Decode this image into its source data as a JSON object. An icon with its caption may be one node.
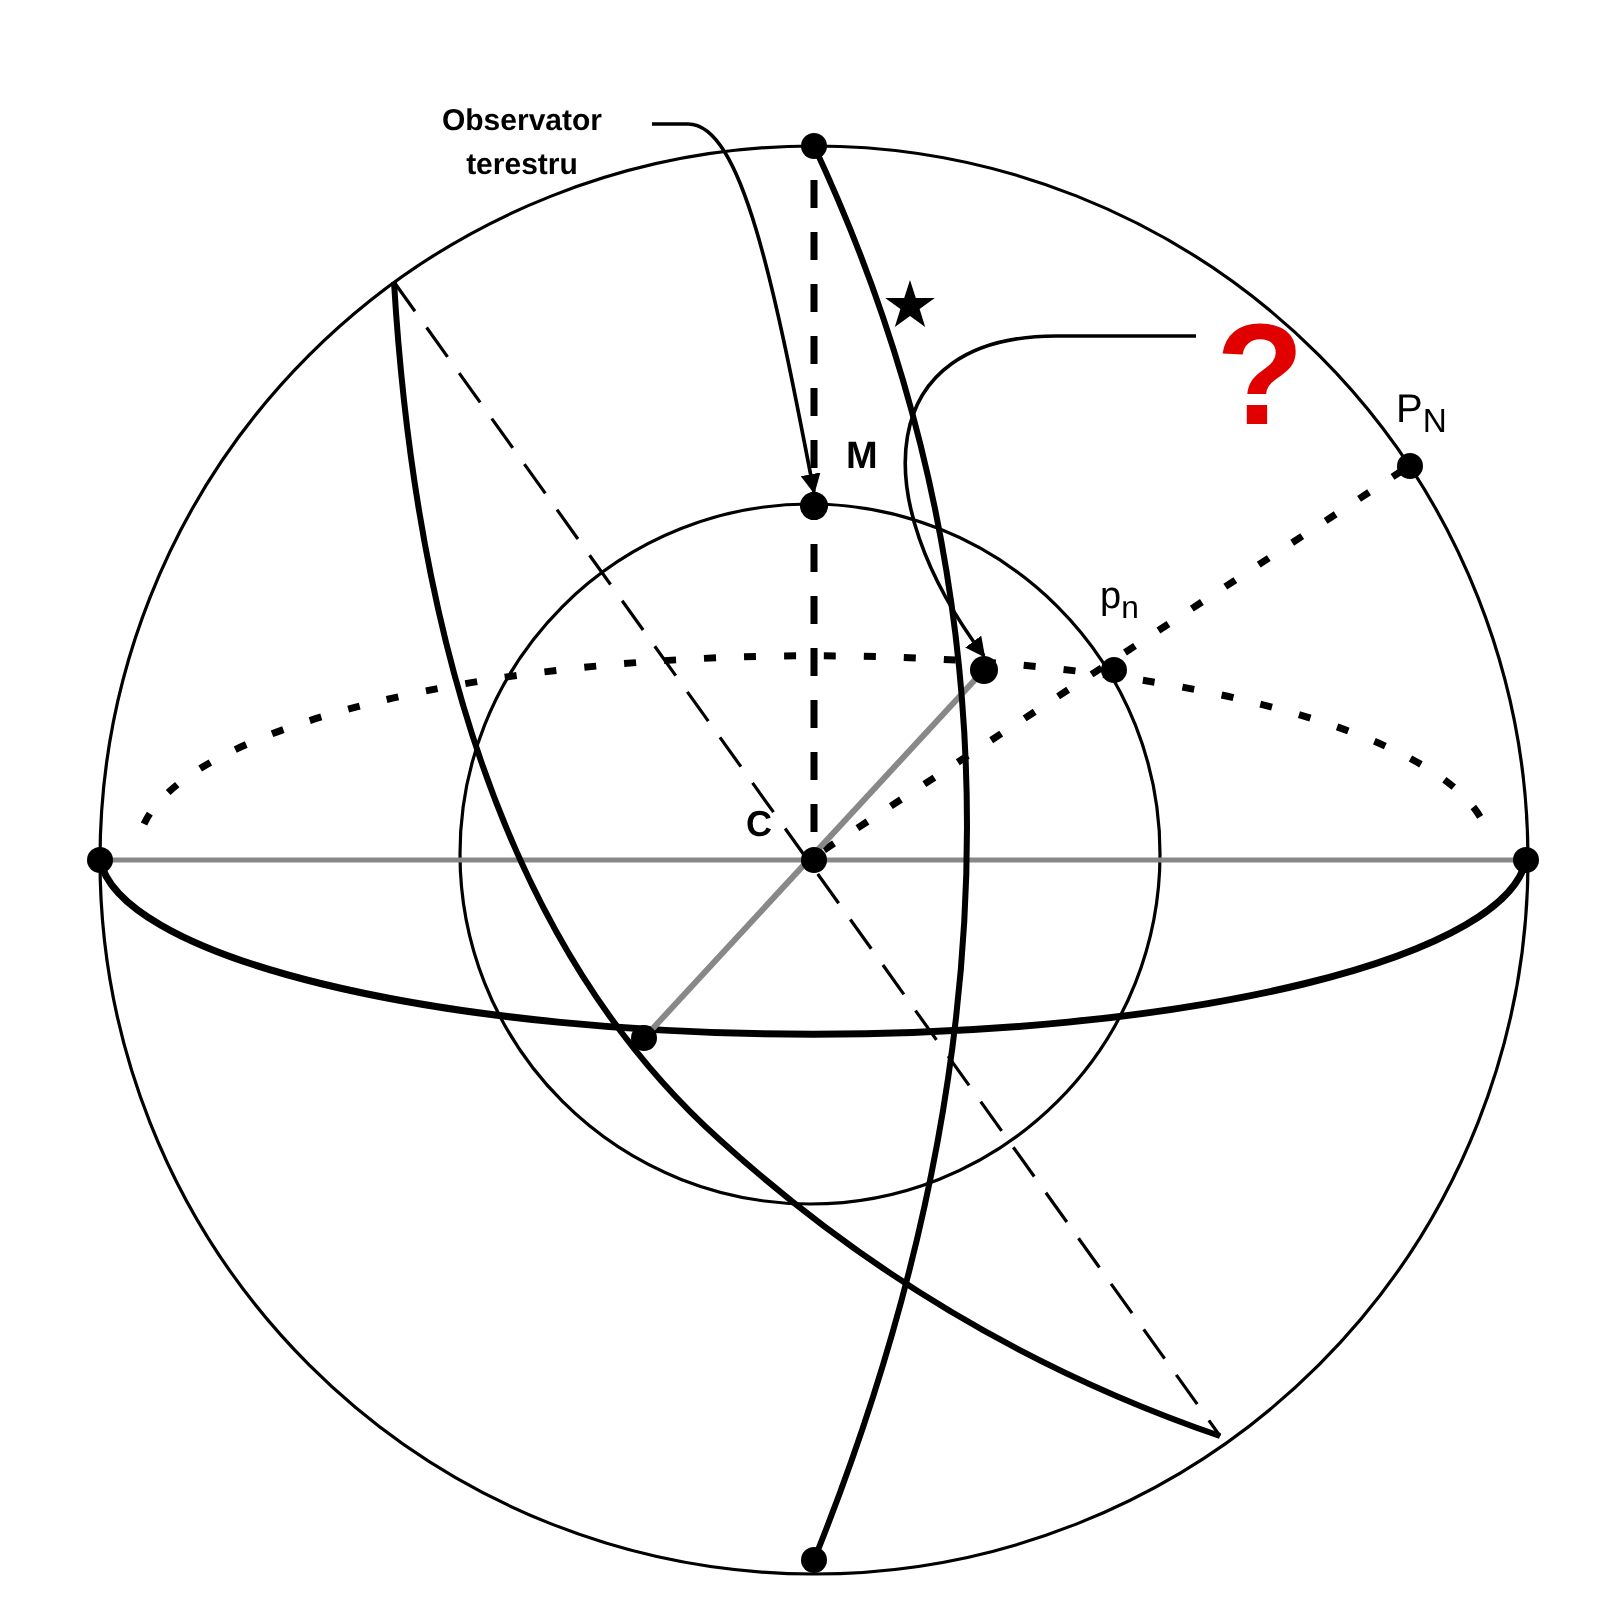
{
  "diagram": {
    "nodes": [
      {
        "text": [
          "Observator terestru"
        ]
      },
      {
        "text": [],
        "shape": "circle"
      },
      {
        "text": [
          "?"
        ]
      },
      {
        "text": [],
        "shape": "circle"
      }
    ],
    "edges": [
      {
        "from": 0,
        "to": 1,
        "arrow": "to"
      },
      {
        "from": 2,
        "to": 3,
        "arrow": "to"
      }
    ],
    "labels": [
      "M",
      "C",
      "p$_{n}$",
      "P$_{N}$"
    ]
  }
}
